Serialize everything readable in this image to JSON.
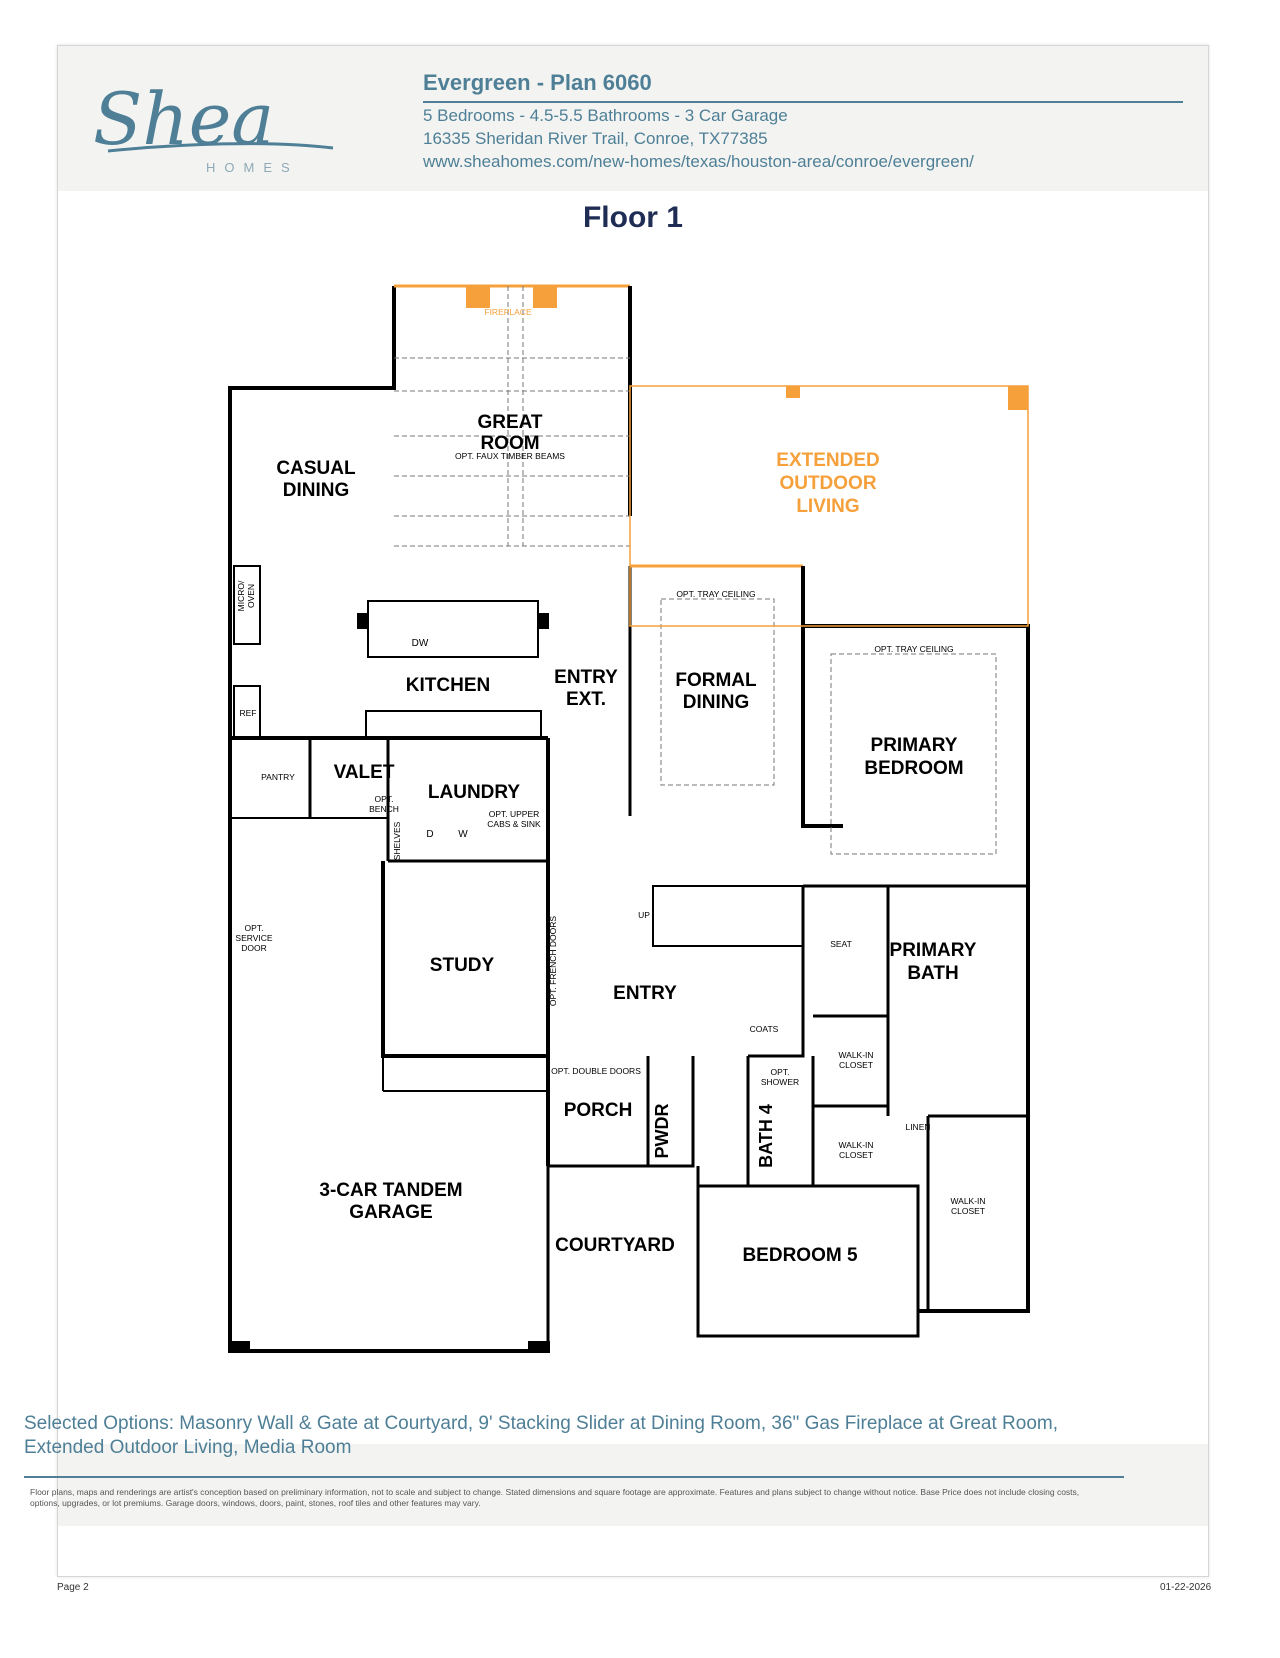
{
  "brand": {
    "logo_script": "Shea",
    "logo_sub": "HOMES"
  },
  "header": {
    "title": "Evergreen - Plan 6060",
    "specs": "5 Bedrooms - 4.5-5.5 Bathrooms - 3 Car Garage",
    "address": "16335 Sheridan River Trail, Conroe, TX77385",
    "url": "www.sheahomes.com/new-homes/texas/houston-area/conroe/evergreen/"
  },
  "floor_title": "Floor 1",
  "rooms": {
    "great_room_1": "GREAT",
    "great_room_2": "ROOM",
    "faux_beams": "OPT. FAUX TIMBER BEAMS",
    "fireplace": "FIREPLACE",
    "casual_dining_1": "CASUAL",
    "casual_dining_2": "DINING",
    "extended_1": "EXTENDED",
    "extended_2": "OUTDOOR",
    "extended_3": "LIVING",
    "micro_oven_1": "MICRO/",
    "micro_oven_2": "OVEN",
    "dw": "DW",
    "kitchen": "KITCHEN",
    "ref": "REF",
    "entry_ext_1": "ENTRY",
    "entry_ext_2": "EXT.",
    "tray_ceiling_1": "OPT. TRAY CEILING",
    "formal_dining_1": "FORMAL",
    "formal_dining_2": "DINING",
    "tray_ceiling_2": "OPT. TRAY CEILING",
    "primary_bedroom_1": "PRIMARY",
    "primary_bedroom_2": "BEDROOM",
    "pantry": "PANTRY",
    "valet": "VALET",
    "opt_bench_1": "OPT.",
    "opt_bench_2": "BENCH",
    "laundry": "LAUNDRY",
    "upper_cabs_1": "OPT. UPPER",
    "upper_cabs_2": "CABS & SINK",
    "shelves": "SHELVES",
    "d": "D",
    "w": "W",
    "service_door_1": "OPT.",
    "service_door_2": "SERVICE",
    "service_door_3": "DOOR",
    "study": "STUDY",
    "french_doors": "OPT. FRENCH DOORS",
    "up": "UP",
    "entry": "ENTRY",
    "seat": "SEAT",
    "primary_bath_1": "PRIMARY",
    "primary_bath_2": "BATH",
    "coats": "COATS",
    "walkin_1a": "WALK-IN",
    "walkin_1b": "CLOSET",
    "double_doors": "OPT. DOUBLE DOORS",
    "pwdr": "PWDR",
    "porch": "PORCH",
    "opt_shower_1": "OPT.",
    "opt_shower_2": "SHOWER",
    "bath4": "BATH 4",
    "linen": "LINEN",
    "walkin_2a": "WALK-IN",
    "walkin_2b": "CLOSET",
    "walkin_3a": "WALK-IN",
    "walkin_3b": "CLOSET",
    "garage_1": "3-CAR TANDEM",
    "garage_2": "GARAGE",
    "courtyard": "COURTYARD",
    "bedroom5": "BEDROOM 5"
  },
  "footer": {
    "options": "Selected Options: Masonry Wall & Gate at Courtyard, 9' Stacking Slider at Dining Room, 36\" Gas Fireplace at Great Room, Extended Outdoor Living, Media Room",
    "disclaimer": "Floor plans, maps and renderings are artist's conception based on preliminary information, not to scale and subject to change. Stated dimensions and square footage are approximate. Features and plans subject to change without notice. Base Price does not include closing costs, options, upgrades, or lot premiums. Garage doors, windows, doors, paint, stones, roof tiles and other features may vary.",
    "page": "Page 2",
    "date": "01-22-2026"
  },
  "colors": {
    "accent": "#4e7f96",
    "title_navy": "#1f2d55",
    "orange": "#f5a03a",
    "header_bg": "#f3f4f2"
  }
}
